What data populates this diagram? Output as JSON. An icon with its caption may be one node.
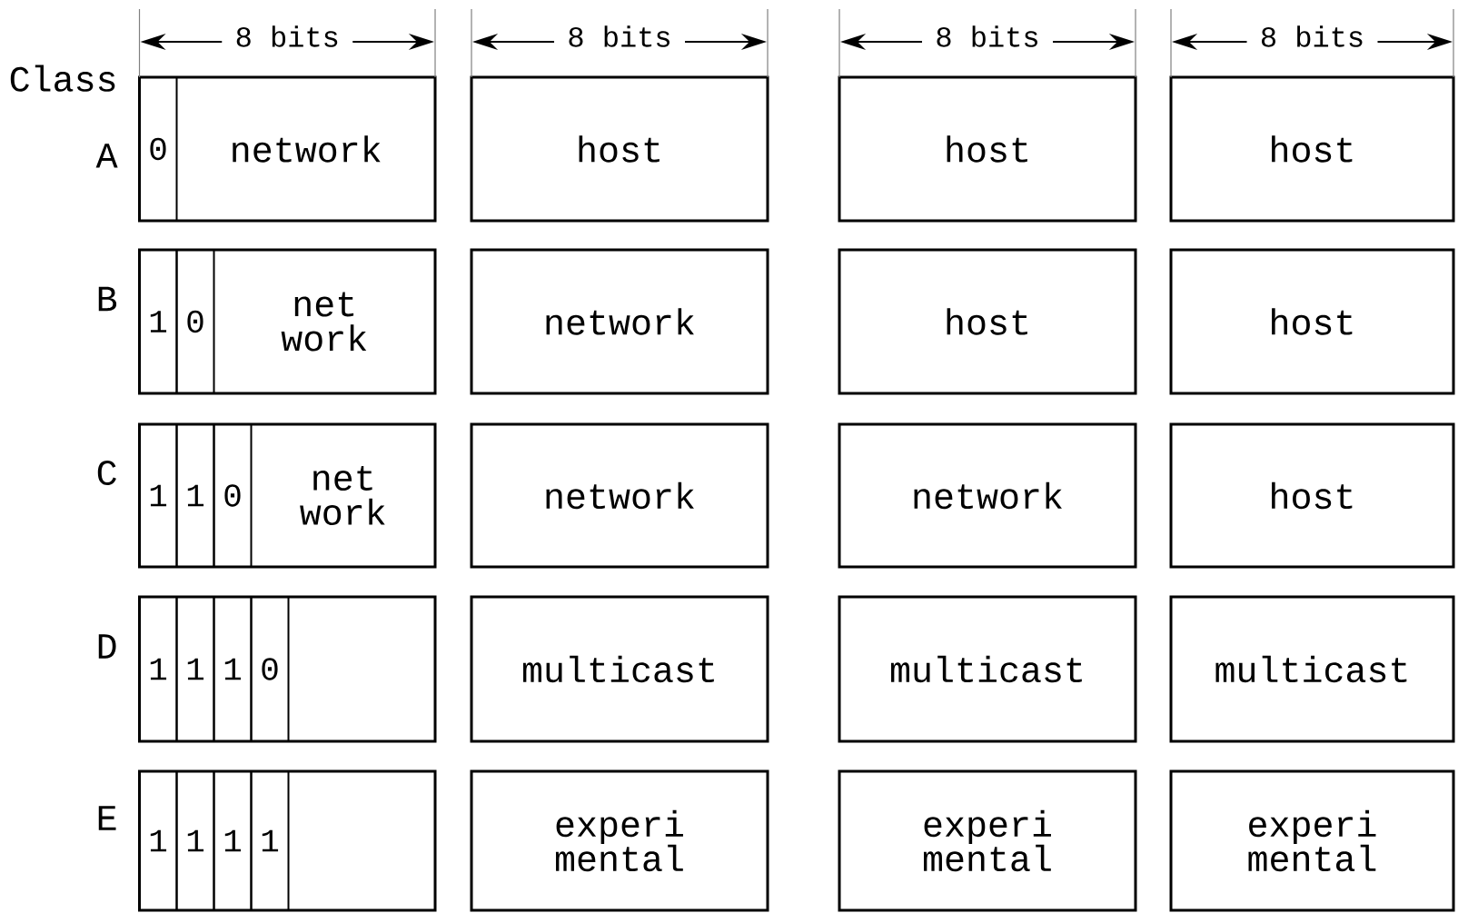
{
  "diagram": {
    "nodes": [
      {
        "text": [
          "network"
        ]
      },
      {
        "text": [
          "0"
        ],
        "in": 0
      },
      {
        "text": [
          "host"
        ]
      },
      {
        "text": [
          "host"
        ]
      },
      {
        "text": [
          "host"
        ]
      },
      {
        "text": [
          "net work"
        ]
      },
      {
        "text": [
          "1"
        ],
        "in": 5
      },
      {
        "text": [
          "0"
        ],
        "in": 5
      },
      {
        "text": [
          "network"
        ]
      },
      {
        "text": [
          "host"
        ]
      },
      {
        "text": [
          "host"
        ]
      },
      {
        "text": [
          "net work"
        ]
      },
      {
        "text": [
          "1"
        ],
        "in": 11
      },
      {
        "text": [
          "1"
        ],
        "in": 11
      },
      {
        "text": [
          "0"
        ],
        "in": 11
      },
      {
        "text": [
          "network"
        ]
      },
      {
        "text": [
          "network"
        ]
      },
      {
        "text": [
          "host"
        ]
      },
      {
        "text": [],
        "shape": "box"
      },
      {
        "text": [
          "1"
        ],
        "in": 18
      },
      {
        "text": [
          "1"
        ],
        "in": 18
      },
      {
        "text": [
          "1"
        ],
        "in": 18
      },
      {
        "text": [
          "0"
        ],
        "in": 18
      },
      {
        "text": [
          "multicast"
        ]
      },
      {
        "text": [
          "multicast"
        ]
      },
      {
        "text": [
          "multicast"
        ]
      },
      {
        "text": [],
        "shape": "box"
      },
      {
        "text": [
          "1"
        ],
        "in": 26
      },
      {
        "text": [
          "1"
        ],
        "in": 26
      },
      {
        "text": [
          "1"
        ],
        "in": 26
      },
      {
        "text": [
          "1"
        ],
        "in": 26
      },
      {
        "text": [
          "experi mental"
        ]
      },
      {
        "text": [
          "experi mental"
        ]
      },
      {
        "text": [
          "experi mental"
        ]
      }
    ],
    "labels": [
      "8 bits",
      "8 bits",
      "8 bits",
      "8 bits",
      "Class A",
      "B",
      "C",
      "D",
      "E"
    ]
  }
}
